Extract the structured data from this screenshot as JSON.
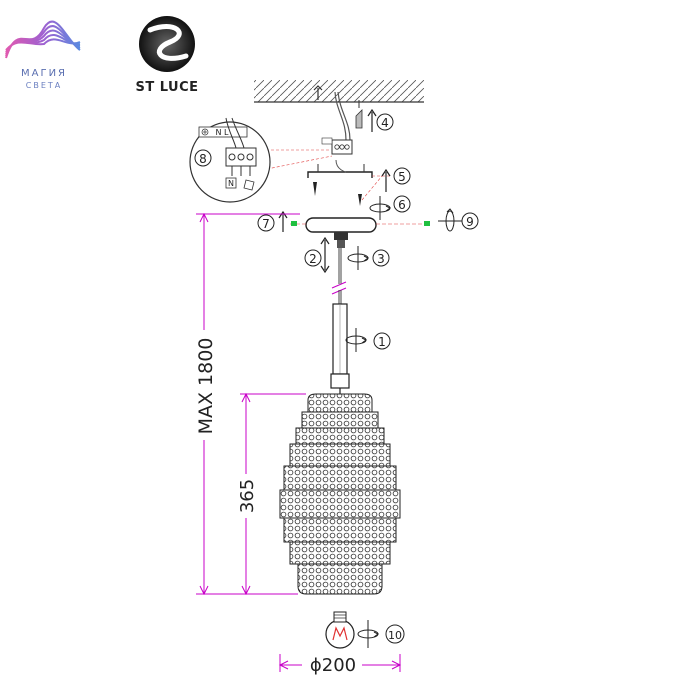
{
  "brands": {
    "magia_line1": "МАГИЯ",
    "magia_line2": "СВЕТА",
    "stluce": "ST LUCE"
  },
  "dimensions": {
    "max_length": "MAX 1800",
    "shade_height": "365",
    "diameter": "ϕ200"
  },
  "steps": [
    "1",
    "2",
    "3",
    "4",
    "5",
    "6",
    "7",
    "8",
    "9",
    "10"
  ],
  "wiring": {
    "terminal_label": "N L",
    "neutral_label": "N"
  },
  "colors": {
    "dimension": "#c800c8",
    "leader": "#e04040",
    "screw": "#20c040",
    "bulb_filament": "#e03030",
    "magia_gradient_start": "#e05ab0",
    "magia_gradient_end": "#5a8ae0"
  },
  "icons": [
    "rotate-arrow-icon",
    "up-arrow-icon",
    "screw-icon",
    "bulb-icon",
    "ground-icon"
  ]
}
